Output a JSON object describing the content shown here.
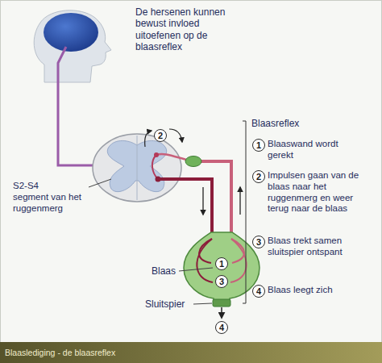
{
  "diagram": {
    "caption": "Blaaslediging - de blaasreflex",
    "nodes": [
      {
        "text": [
          "1"
        ]
      },
      {
        "text": [
          "2"
        ]
      },
      {
        "text": [
          "3"
        ]
      },
      {
        "text": [
          "4"
        ]
      },
      {
        "text": [
          "2"
        ]
      },
      {
        "text": [
          "1"
        ]
      },
      {
        "text": [
          "3"
        ]
      },
      {
        "text": [
          "4"
        ]
      }
    ],
    "labels": [
      "De hersenen kunnen bewust invloed uitoefenen op de blaasreflex",
      "S2-S4",
      "segment van het ruggenmerg",
      "Blaasreflex",
      "Blaaswand wordt gerekt",
      "Impulsen gaan van de blaas naar het ruggenmerg en weer terug naar de blaas",
      "Blaas trekt samen sluitspier ontspant",
      "Blaas leegt zich",
      "Blaas",
      "Sluitspier"
    ]
  }
}
